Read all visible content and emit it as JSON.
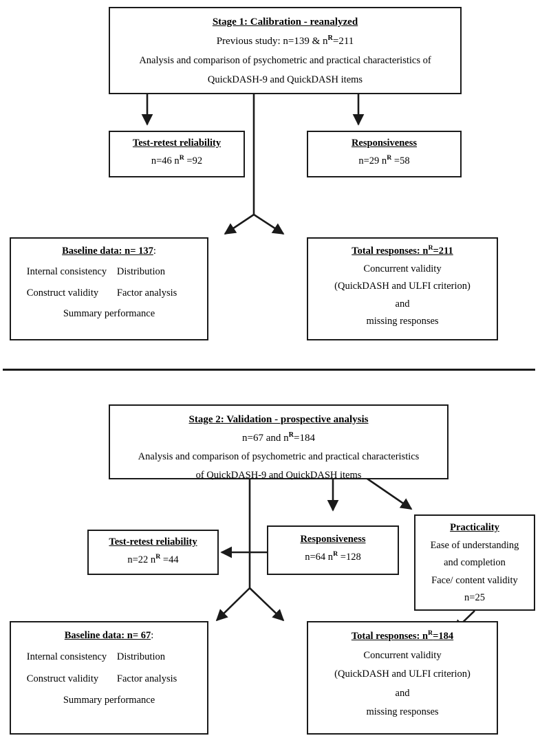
{
  "figure": {
    "type": "flowchart",
    "title": "Two-stage study design: Calibration (reanalyzed) and Validation (prospective analysis)",
    "divider_label": "stage-separator"
  },
  "stage1": {
    "top_box": {
      "heading": "Stage 1: Calibration - reanalyzed",
      "line1_pre": "Previous study: n=139 & n",
      "line1_sup": "R",
      "line1_post": "=211",
      "line2": "Analysis and comparison of psychometric and practical characteristics of",
      "line3": "QuickDASH-9 and QuickDASH items"
    },
    "test_retest": {
      "heading": "Test-retest reliability",
      "line1_pre": "n=46  n",
      "line1_sup": "R",
      "line1_post": " =92"
    },
    "responsiveness": {
      "heading": "Responsiveness",
      "line1_pre": "n=29  n",
      "line1_sup": "R",
      "line1_post": " =58"
    },
    "baseline": {
      "heading": "Baseline data: n= 137",
      "heading_suffix": ":",
      "row1_left": "Internal consistency",
      "row1_right": "Distribution",
      "row2_left": "Construct validity",
      "row2_right": "Factor analysis",
      "row3": "Summary performance"
    },
    "total_responses": {
      "heading_pre": "Total responses: n",
      "heading_sup": "R",
      "heading_post": "=211",
      "line1": "Concurrent validity",
      "line2": "(QuickDASH and ULFI criterion)",
      "line3": "and",
      "line4": "missing responses"
    }
  },
  "stage2": {
    "top_box": {
      "heading": "Stage 2: Validation - prospective analysis",
      "line1_pre": "n=67 and n",
      "line1_sup": "R",
      "line1_post": "=184",
      "line2": "Analysis and comparison of psychometric and practical characteristics",
      "line3": "of QuickDASH-9 and QuickDASH items"
    },
    "test_retest": {
      "heading": "Test-retest reliability",
      "line1_pre": "n=22 n",
      "line1_sup": "R",
      "line1_post": " =44"
    },
    "responsiveness": {
      "heading": "Responsiveness",
      "line1_pre": "n=64 n",
      "line1_sup": "R",
      "line1_post": " =128"
    },
    "practicality": {
      "heading": "Practicality",
      "line1": "Ease of understanding",
      "line2": "and completion",
      "line3": "Face/ content validity",
      "line4": "n=25"
    },
    "baseline": {
      "heading": "Baseline data: n= 67",
      "heading_suffix": ":",
      "row1_left": "Internal consistency",
      "row1_right": "Distribution",
      "row2_left": "Construct validity",
      "row2_right": "Factor analysis",
      "row3": "Summary performance"
    },
    "total_responses": {
      "heading_pre": "Total responses: n",
      "heading_sup": "R",
      "heading_post": "=184",
      "line1": "Concurrent validity",
      "line2": "(QuickDASH and ULFI criterion)",
      "line3": "and",
      "line4": "missing responses"
    }
  },
  "colors": {
    "stroke": "#1a1a1a",
    "background": "#ffffff",
    "text": "#000000"
  }
}
